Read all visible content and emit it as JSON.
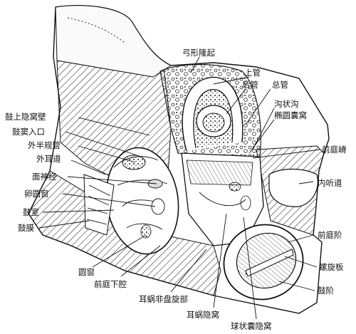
{
  "labels": {
    "arc_eminence": "弓形隆起",
    "superior_canal": "上管",
    "posterior_canal": "后管",
    "common_crus": "总管",
    "sulcus": "沟状沟",
    "elliptical_recess": "椭圆囊窝",
    "epitympanic_wall": "鼓上隐窝壁",
    "aditus": "鼓窦入口",
    "lateral_canal": "外半规管",
    "ext_meatus": "外耳道",
    "facial_nerve": "面神经",
    "oval_window": "卵圆窗",
    "tympanic_cavity": "鼓室",
    "tympanic_membrane": "鼓膜",
    "vestibular_crest": "前庭嵴",
    "int_meatus": "内听道",
    "scala_vestibuli": "前庭阶",
    "spiral_lamina": "螺旋板",
    "scala_tympani": "鼓阶",
    "round_window": "圆窗",
    "subvestibular_cavity": "前庭下腔",
    "non_spiral_cochlea": "耳蜗非盘旋部",
    "cochlear_recess": "耳蜗隐窝",
    "spherical_recess": "球状囊隐窝"
  }
}
